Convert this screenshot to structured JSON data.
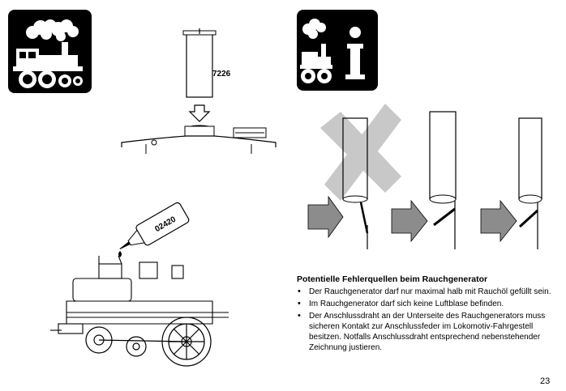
{
  "labels": {
    "generator_part": "7226",
    "oil_bottle": "02420"
  },
  "section": {
    "heading": "Potentielle Fehlerquellen beim Rauchgenerator",
    "bullets": [
      "Der Rauchgenerator darf nur maximal halb mit Rauchöl gefüllt sein.",
      "Im Rauchgenerator darf sich keine Luftblase befinden.",
      "Der Anschlussdraht an der Unterseite des Rauchgenerators muss sicheren Kontakt zur Anschlussfeder im Lokomotiv-Fahrgestell besitzen. Notfalls Anschlussdraht entsprechend nebenstehender Zeichnung justieren."
    ]
  },
  "page_number": "23",
  "icons": {
    "steam_locomotive": "steam-locomotive-icon",
    "info": "info-icon"
  },
  "colors": {
    "icon_bg": "#000000",
    "arrow_gray": "#8c8c8c",
    "cross_gray": "#c8c8c8"
  }
}
